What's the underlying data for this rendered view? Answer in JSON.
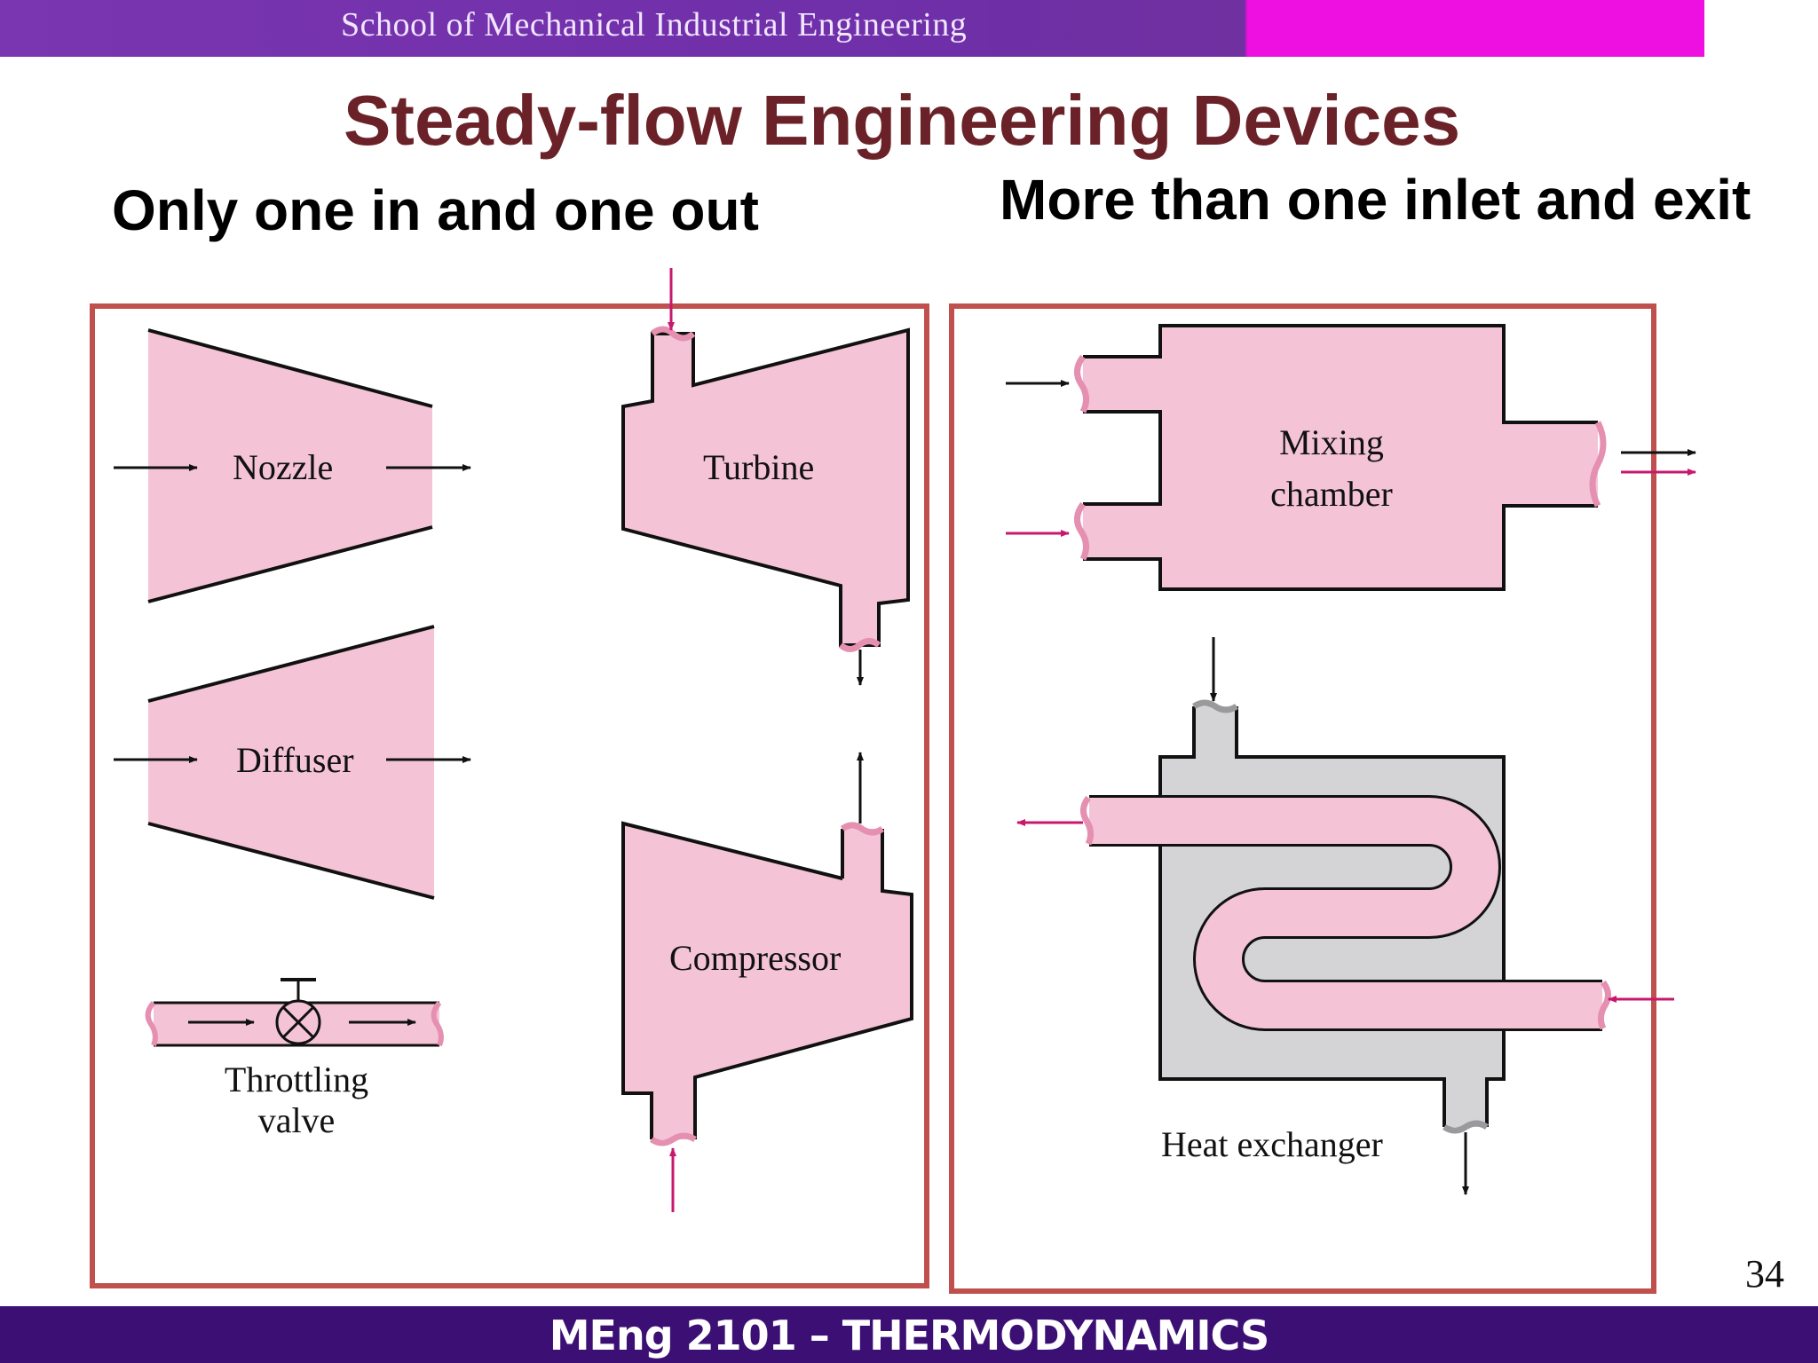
{
  "header": {
    "school": "School of Mechanical  Industrial Engineering"
  },
  "title": "Steady-flow Engineering Devices",
  "left_heading": "Only one in and one out",
  "right_heading": "More than one inlet and exit",
  "devices_single": {
    "nozzle": "Nozzle",
    "diffuser": "Diffuser",
    "throttling_line1": "Throttling",
    "throttling_line2": "valve",
    "turbine": "Turbine",
    "compressor": "Compressor"
  },
  "devices_multi": {
    "mixing_line1": "Mixing",
    "mixing_line2": "chamber",
    "heat_exchanger": "Heat exchanger"
  },
  "page_number": "34",
  "footer": {
    "course": "MEng 2101 – THERMODYNAMICS"
  },
  "colors": {
    "fluid_pink": "#f4c4d6",
    "hx_gray": "#d4d4d6",
    "arrow_magenta": "#c8186e",
    "panel_border": "#c0504d",
    "title_color": "#6a2228"
  }
}
